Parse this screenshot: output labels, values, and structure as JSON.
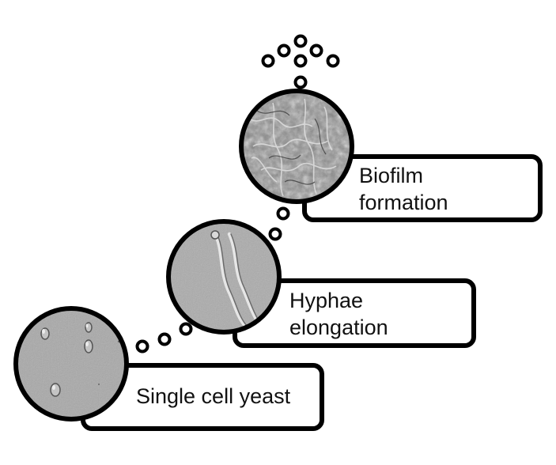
{
  "stages": [
    {
      "id": "yeast",
      "label": "Single cell yeast",
      "image": "single-cell-yeast-micrograph"
    },
    {
      "id": "hyphae",
      "label": "Hyphae\nelongation",
      "image": "hyphae-elongation-micrograph"
    },
    {
      "id": "biofilm",
      "label": "Biofilm\nformation",
      "image": "biofilm-sem-micrograph"
    }
  ],
  "colors": {
    "outline": "#000000",
    "text": "#111111",
    "background": "#ffffff"
  }
}
